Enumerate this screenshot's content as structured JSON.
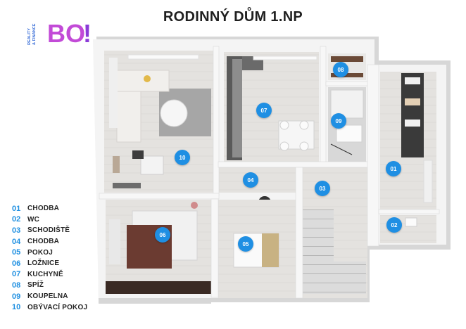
{
  "title": "RODINNÝ DŮM 1.NP",
  "logo": {
    "text": "BO!",
    "tagline_1": "REALITY",
    "tagline_2": "& FINANCE"
  },
  "rooms": [
    {
      "num": "01",
      "label": "CHODBA"
    },
    {
      "num": "02",
      "label": "WC"
    },
    {
      "num": "03",
      "label": "SCHODIŠTĚ"
    },
    {
      "num": "04",
      "label": "CHODBA"
    },
    {
      "num": "05",
      "label": "POKOJ"
    },
    {
      "num": "06",
      "label": "LOŽNICE"
    },
    {
      "num": "07",
      "label": "KUCHYNĚ"
    },
    {
      "num": "08",
      "label": "SPÍŽ"
    },
    {
      "num": "09",
      "label": "KOUPELNA"
    },
    {
      "num": "10",
      "label": "OBÝVACÍ POKOJ"
    }
  ],
  "colors": {
    "accent": "#1f8fe3",
    "wall": "#f1f1f1",
    "floor": "#e6e3de"
  }
}
